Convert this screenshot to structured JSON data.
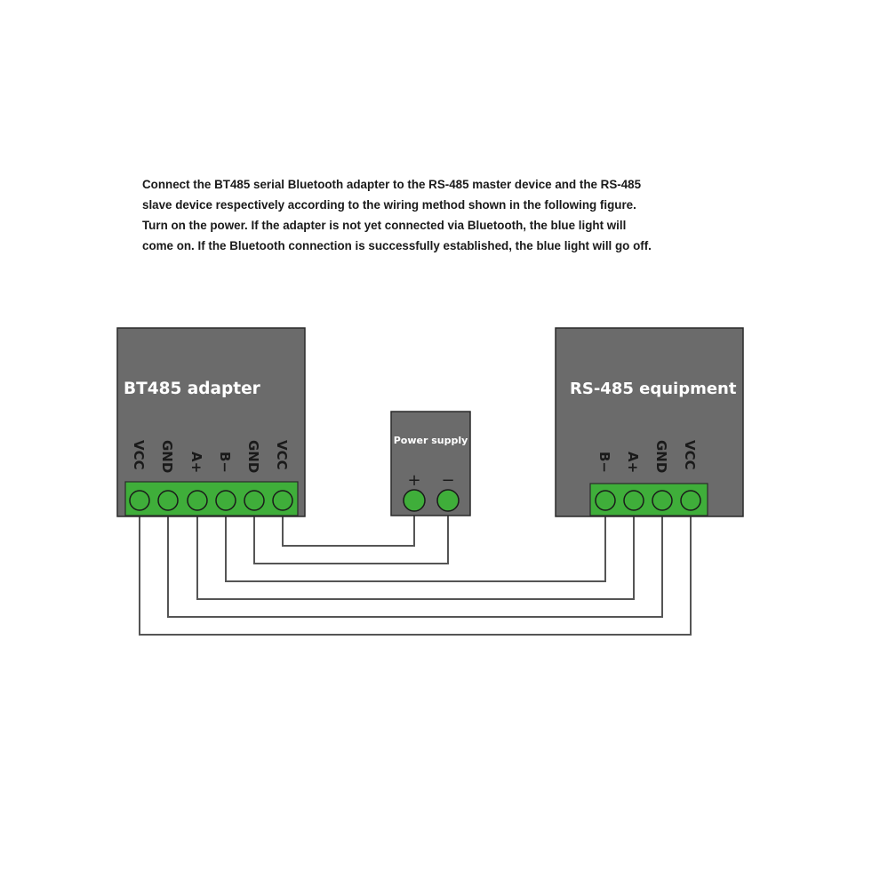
{
  "intro": {
    "line1": "Connect the BT485 serial Bluetooth adapter to the RS-485 master device and the RS-485",
    "line2": "slave device respectively according to the wiring method shown in the following figure.",
    "line3": "Turn on the power. If the adapter is not yet connected via Bluetooth, the blue light will",
    "line4": "come on. If the Bluetooth connection is successfully established, the blue light will go off."
  },
  "adapter": {
    "title": "BT485 adapter",
    "pins": [
      "VCC",
      "GND",
      "A+",
      "B−",
      "GND",
      "VCC"
    ]
  },
  "power_supply": {
    "title": "Power supply",
    "plus": "+",
    "minus": "−"
  },
  "equipment": {
    "title": "RS-485 equipment",
    "pins": [
      "B−",
      "A+",
      "GND",
      "VCC"
    ]
  },
  "colors": {
    "box": "#6b6b6b",
    "terminal": "#3fae3a",
    "wire": "#555555"
  }
}
